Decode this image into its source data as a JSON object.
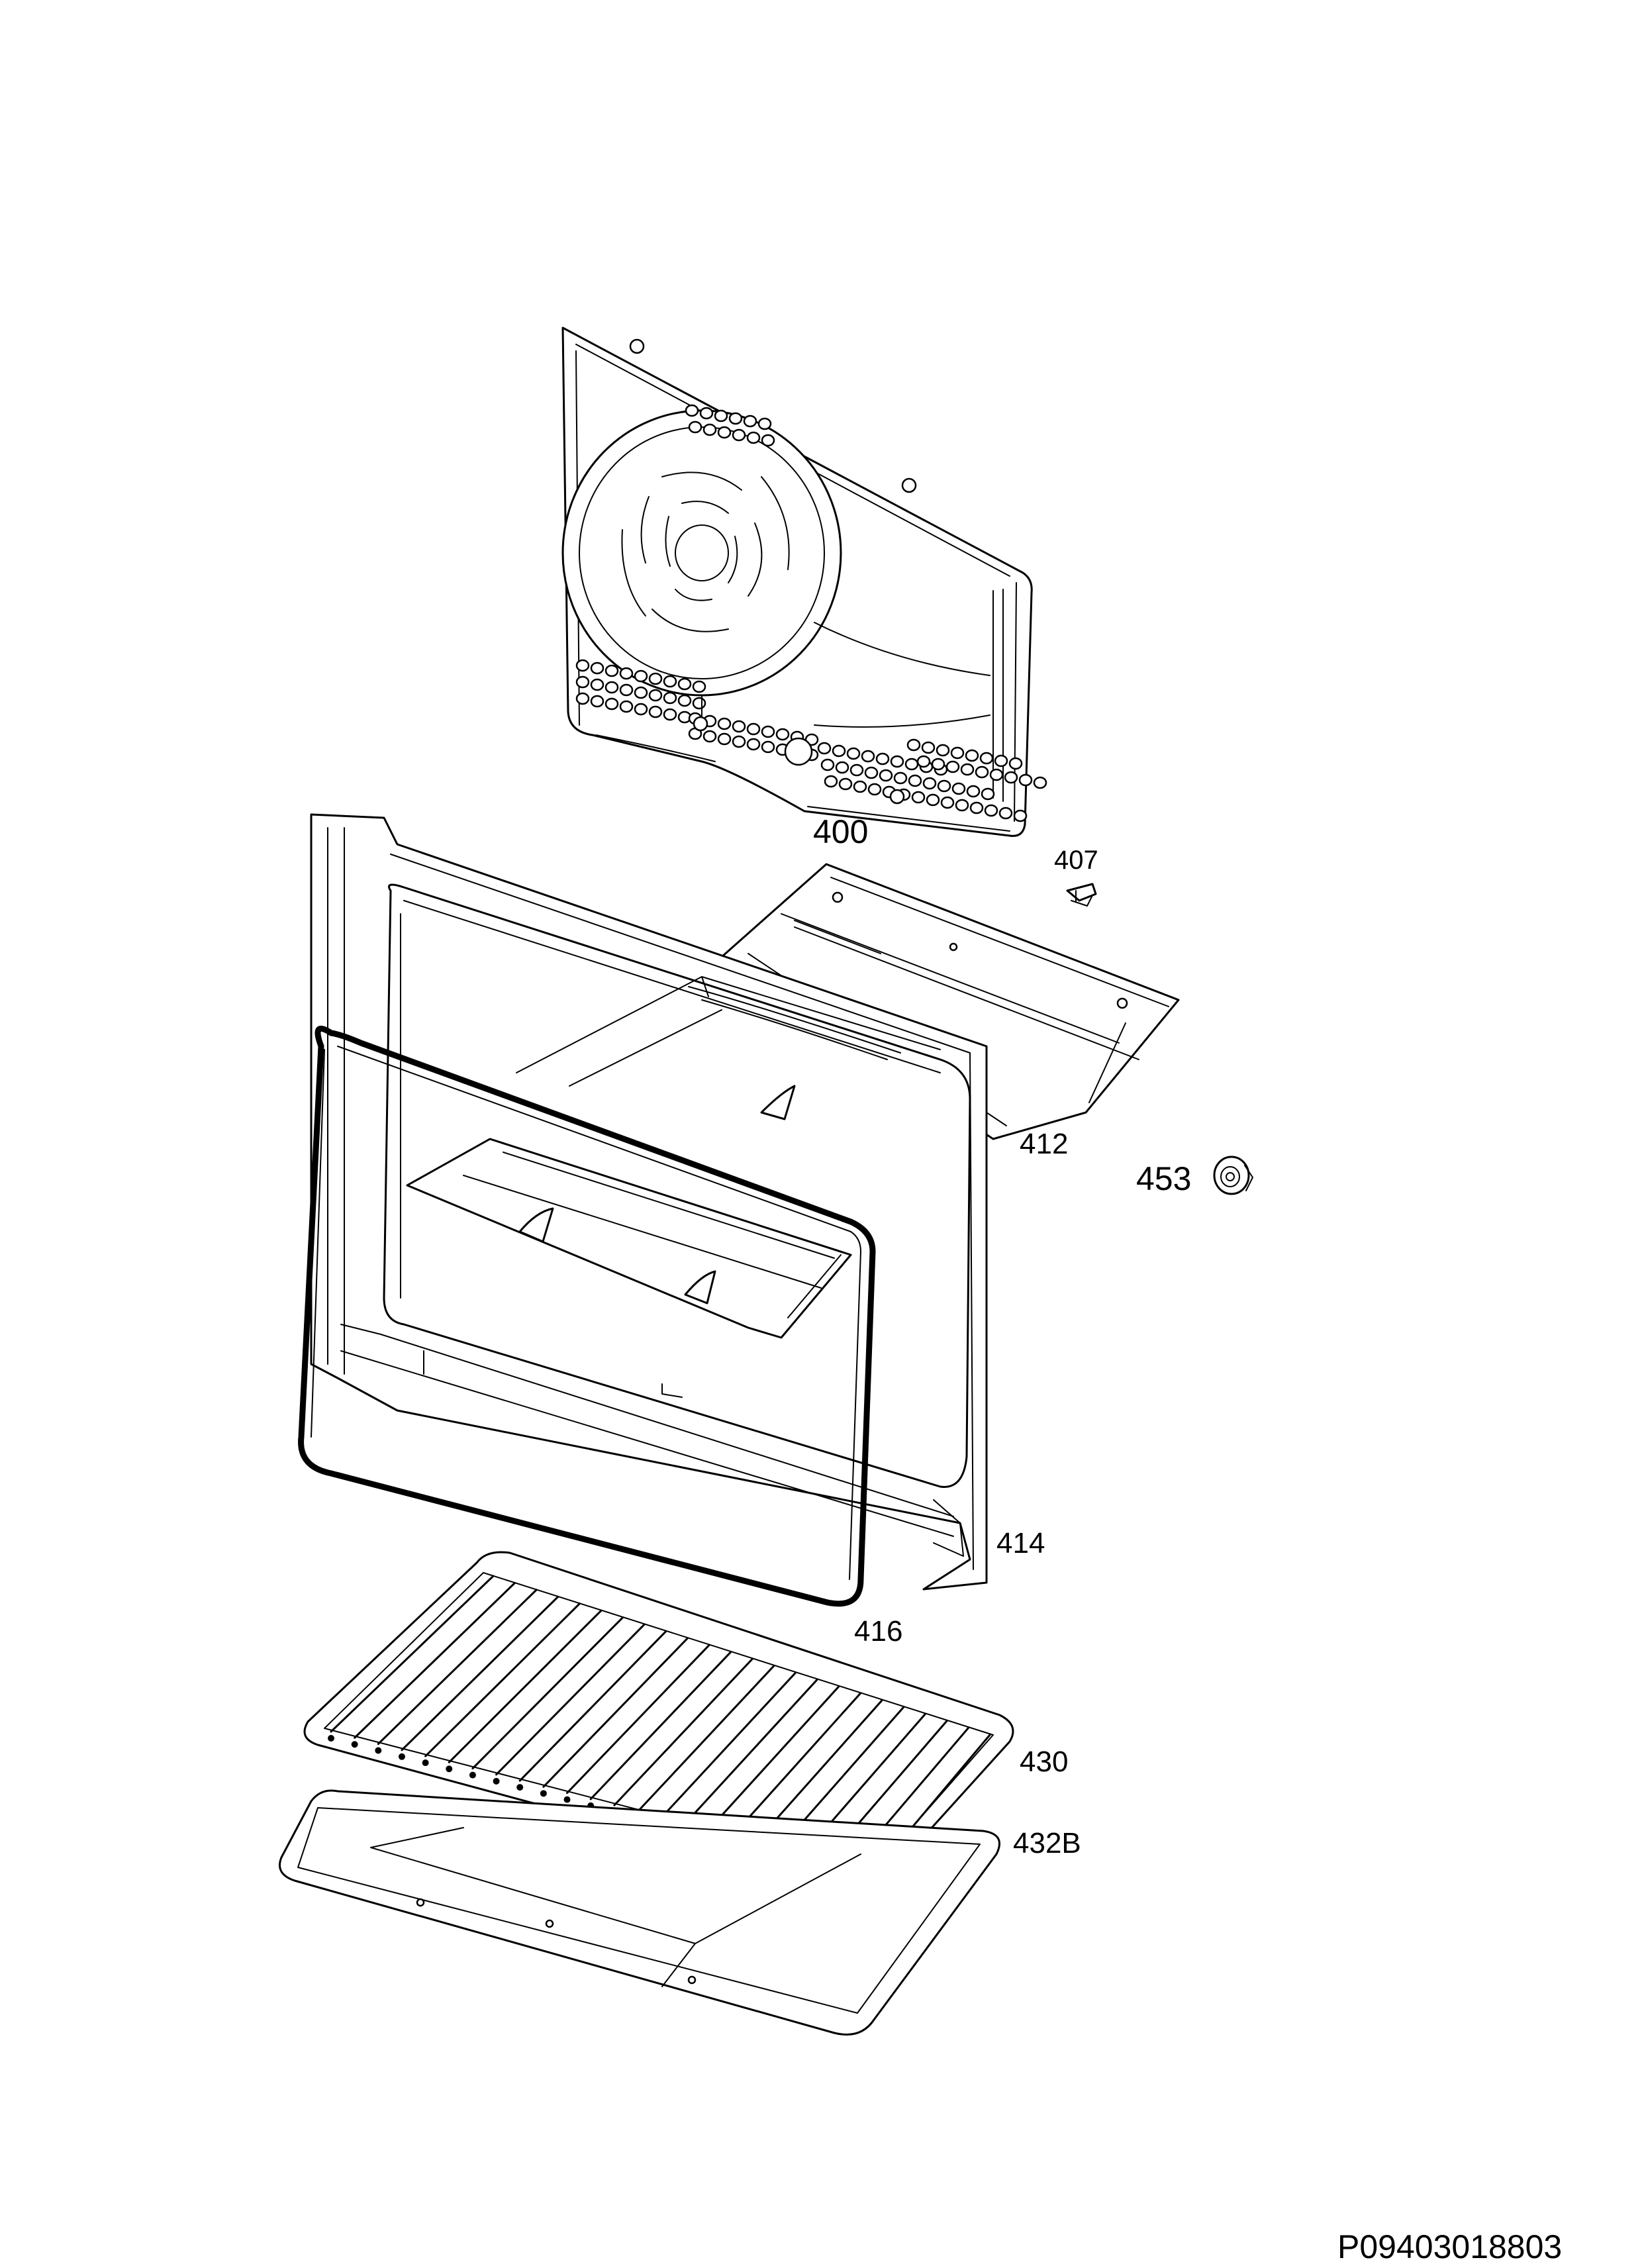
{
  "parts": {
    "p400": "400",
    "p407": "407",
    "p412": "412",
    "p453": "453",
    "p414": "414",
    "p416": "416",
    "p430": "430",
    "p432b": "432B"
  },
  "drawing_code": "P09403018803"
}
